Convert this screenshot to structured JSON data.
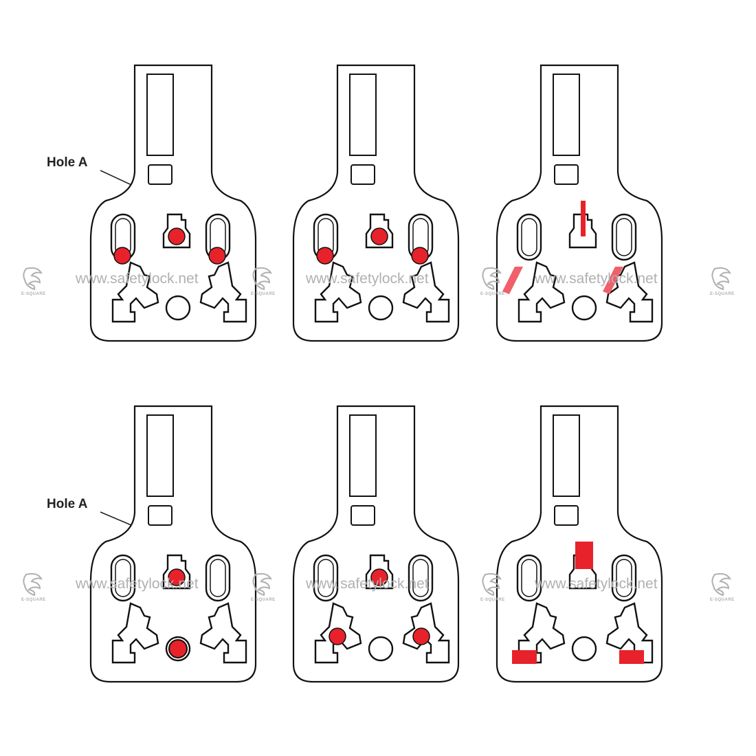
{
  "labels": {
    "hole_a_top": "Hole A",
    "hole_a_bottom": "Hole A"
  },
  "watermark": {
    "text": "www.safetylock.net",
    "logo_text": "E-SQUARE",
    "logo_icon": "dragon-logo-icon"
  },
  "colors": {
    "outline": "#111111",
    "highlight": "#e8222a",
    "highlight_light": "#f0606a",
    "watermark": "#b0b0b0"
  },
  "panels": [
    {
      "id": "top-1",
      "highlights": [
        "earth-dot",
        "left-dot",
        "right-dot"
      ]
    },
    {
      "id": "top-2",
      "highlights": [
        "earth-dot",
        "left-dot",
        "right-dot"
      ]
    },
    {
      "id": "top-3",
      "highlights": [
        "earth-bar",
        "left-diag",
        "right-diag"
      ]
    },
    {
      "id": "bottom-1",
      "highlights": [
        "earth-dot",
        "center-dot"
      ]
    },
    {
      "id": "bottom-2",
      "highlights": [
        "earth-dot",
        "left-lower-dot",
        "right-lower-dot"
      ]
    },
    {
      "id": "bottom-3",
      "highlights": [
        "earth-rect",
        "left-foot",
        "right-foot"
      ]
    }
  ]
}
